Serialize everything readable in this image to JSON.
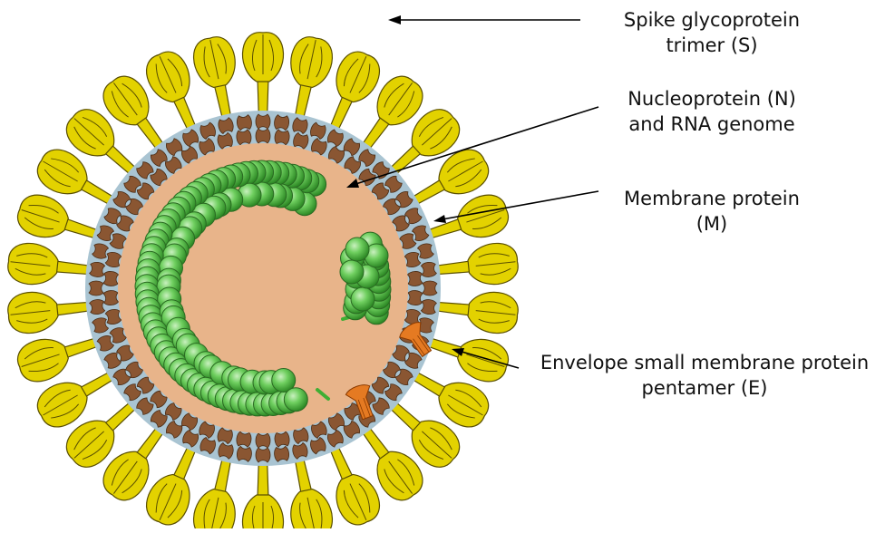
{
  "labels": {
    "spike": {
      "line1": "Spike glycoprotein",
      "line2": "trimer (S)"
    },
    "nucleoprotein": {
      "line1": "Nucleoprotein (N)",
      "line2": "and RNA genome"
    },
    "membrane": {
      "line1": "Membrane protein",
      "line2": "(M)"
    },
    "envelope": {
      "line1": "Envelope small membrane protein",
      "line2": "pentamer (E)"
    }
  },
  "colors": {
    "core": "#e8b48a",
    "envelope_ring": "#a9c4d2",
    "membrane_protein": "#8a5632",
    "spike": "#e3d200",
    "spike_outline": "#5a4f00",
    "nucleoprotein": "#5cc24f",
    "rna": "#3fae34",
    "envelope_protein": "#e57a22"
  }
}
